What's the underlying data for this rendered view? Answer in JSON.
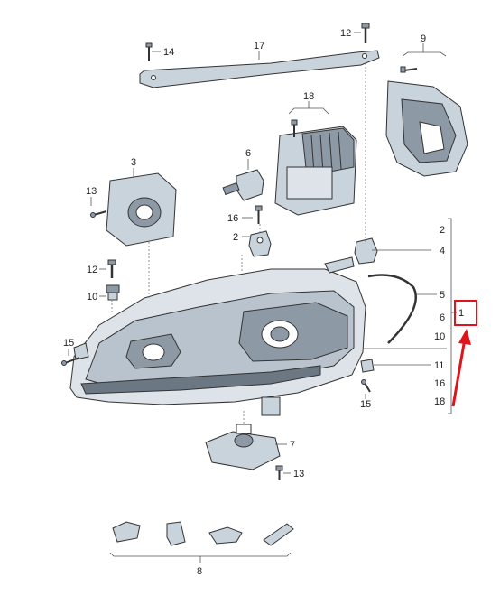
{
  "labels": {
    "p1": "1",
    "p2": "2",
    "p2b": "2",
    "p3": "3",
    "p4": "4",
    "p5": "5",
    "p6": "6",
    "p6b": "6",
    "p7": "7",
    "p8": "8",
    "p9": "9",
    "p10": "10",
    "p10b": "10",
    "p11": "11",
    "p12": "12",
    "p12b": "12",
    "p13": "13",
    "p13b": "13",
    "p14": "14",
    "p15": "15",
    "p15b": "15",
    "p16": "16",
    "p16b": "16",
    "p17": "17",
    "p18": "18",
    "p18b": "18"
  },
  "colors": {
    "highlight": "#e0141b",
    "part_fill": "#c9d3dc",
    "part_dark": "#8d9aa6",
    "line": "#555555"
  }
}
